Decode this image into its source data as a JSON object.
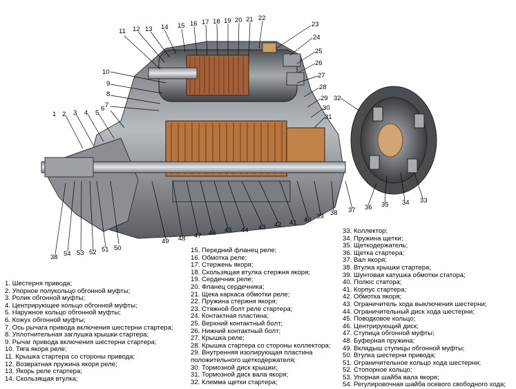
{
  "callouts": [
    "1",
    "2",
    "3",
    "4",
    "5",
    "6",
    "7",
    "8",
    "9",
    "10",
    "11",
    "12",
    "13",
    "14",
    "15",
    "16",
    "17",
    "18",
    "19",
    "20",
    "21",
    "22",
    "23",
    "24",
    "25",
    "26",
    "27",
    "28",
    "29",
    "30",
    "31",
    "32",
    "33",
    "34",
    "35",
    "36",
    "37",
    "38",
    "39",
    "40",
    "41",
    "42",
    "43",
    "44",
    "45",
    "46",
    "47",
    "48",
    "49",
    "50",
    "51",
    "52",
    "53",
    "54"
  ],
  "legend": {
    "col1": [
      "1. Шестерня привода;",
      "2. Упорное полукольцо обгонной муфты;",
      "3. Ролик обгонной муфты;",
      "4. Центрирующее кольцо обгонной муфты;",
      "5. Наружное кольцо обгонной муфты;",
      "6. Кожух обгонной муфты;",
      "7. Ось рычага привода включения шестерни стартера;",
      "8. Уплотнительная заглушка крышки стартера;",
      "9. Рычаг привода включения шестерни стартера;",
      "10. Тяга якоря реле;",
      "11. Крышка стартера со стороны привода;",
      "12. Возвратная пружина якоря реле;",
      "13. Якорь реле стартера;",
      "14. Скользящая втулка;"
    ],
    "col2": [
      "15. Передний фланец реле;",
      "16. Обмотка реле;",
      "17. Стержень якоря;",
      "18. Скользящая втулка стержня якоря;",
      "19. Сердечник реле;",
      "20. Фланец сердечника;",
      "21. Щека каркаса обмотки реле;",
      "22. Пружина стержня якоря;",
      "23. Стяжной болт реле стартера;",
      "24. Контактная пластина;",
      "25. Верхний контактный болт;",
      "26. Нижний контактный болт;",
      "27. Крышка реле;",
      "28. Крышка стартера со стороны коллектора;",
      "29. Внутренняя изолирующая пластина",
      "положительного щеткодержателя;",
      "30. Тормозной диск крышки;",
      "31. Тормозной диск вала якоря;",
      "32. Клемма щетки стартера;"
    ],
    "col3": [
      "33. Коллектор;",
      "34. Пружина щетки;",
      "35. Щеткодержатель;",
      "36. Щетка стартера;",
      "37. Вал якоря;",
      "38. Втулка крышки стартера;",
      "39. Шунтовая катушка обмотки статора;",
      "40. Полюс статора;",
      "41. Корпус стартера;",
      "42. Обмотка якоря;",
      "43. Ограничитель хода выключения шестерни;",
      "44. Ограничительный диск хода шестерни;",
      "45. Поводковое кольцо;",
      "46. Центрирующий диск;",
      "47. Ступица обгонной муфты;",
      "48. Буферная пружина;",
      "49. Вкладыш ступицы обгонной муфты;",
      "50. Втулка шестерни привода;",
      "51. Ограничительное кольцо хода шестерни;",
      "52. Стопорное кольцо;",
      "53. Упорная шайба вала якоря;",
      "54. Регулировочная шайба осевого свободного хода;"
    ]
  }
}
